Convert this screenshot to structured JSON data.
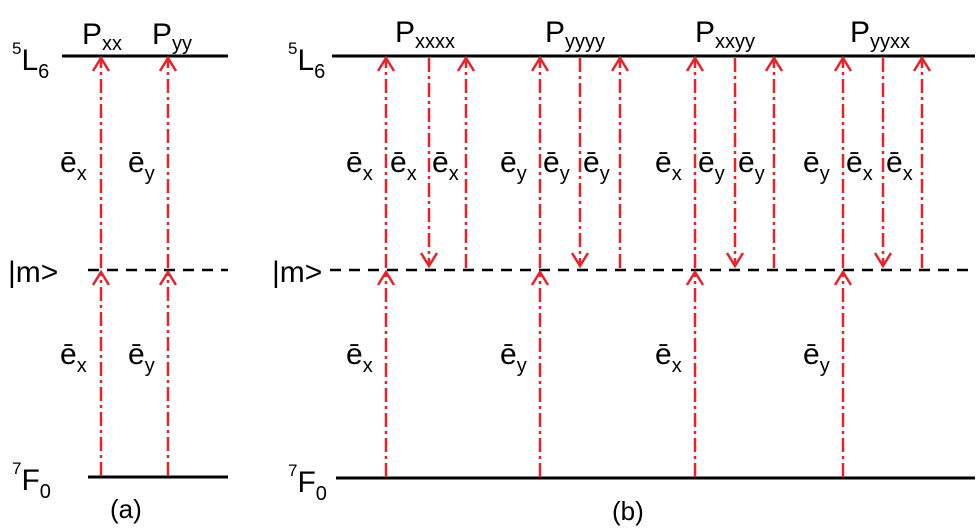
{
  "levels": {
    "upper": {
      "base": "L",
      "sup": "5",
      "sub": "6"
    },
    "lower": {
      "base": "F",
      "sup": "7",
      "sub": "0"
    },
    "virtual": "|m>"
  },
  "panels": {
    "a": {
      "caption": "(a)"
    },
    "b": {
      "caption": "(b)"
    }
  },
  "processes": {
    "pxx": {
      "base": "P",
      "sub": "xx"
    },
    "pyy": {
      "base": "P",
      "sub": "yy"
    },
    "pxxxx": {
      "base": "P",
      "sub": "xxxx"
    },
    "pyyyy": {
      "base": "P",
      "sub": "yyyy"
    },
    "pxxyy": {
      "base": "P",
      "sub": "xxyy"
    },
    "pyyxx": {
      "base": "P",
      "sub": "yyxx"
    }
  },
  "polarization": {
    "base": "ē",
    "x": "x",
    "y": "y"
  },
  "colors": {
    "arrow": "#e8222a",
    "line": "#000000"
  }
}
